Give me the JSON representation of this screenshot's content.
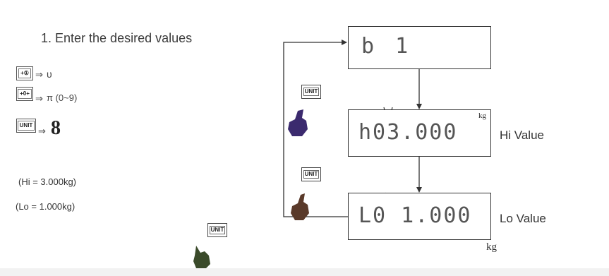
{
  "step": {
    "title": "1.  Enter the desired values"
  },
  "keys": {
    "shift_key": "+①",
    "zero_key": "+0+",
    "unit_key": "UNIT"
  },
  "legend": {
    "arrow": "⇒",
    "shift_result": "υ",
    "zero_result": "π (0~9)",
    "unit_result": "8"
  },
  "notes": {
    "hi": "(Hi = 3.000kg)",
    "lo": "(Lo = 1.000kg)"
  },
  "displays": {
    "top": "b  1",
    "hi": "h03.000",
    "lo": "L0 1.000"
  },
  "units": {
    "hi_unit": "kg",
    "lo_unit": "kg"
  },
  "labels": {
    "hi_value": "Hi Value",
    "lo_value": "Lo Value"
  },
  "hand_keys": {
    "unit_label": "UNIT"
  },
  "colors": {
    "hand_purple": "#3b2a6e",
    "hand_brown": "#5a3a2a",
    "hand_green": "#3a4a2a",
    "line": "#333333"
  }
}
